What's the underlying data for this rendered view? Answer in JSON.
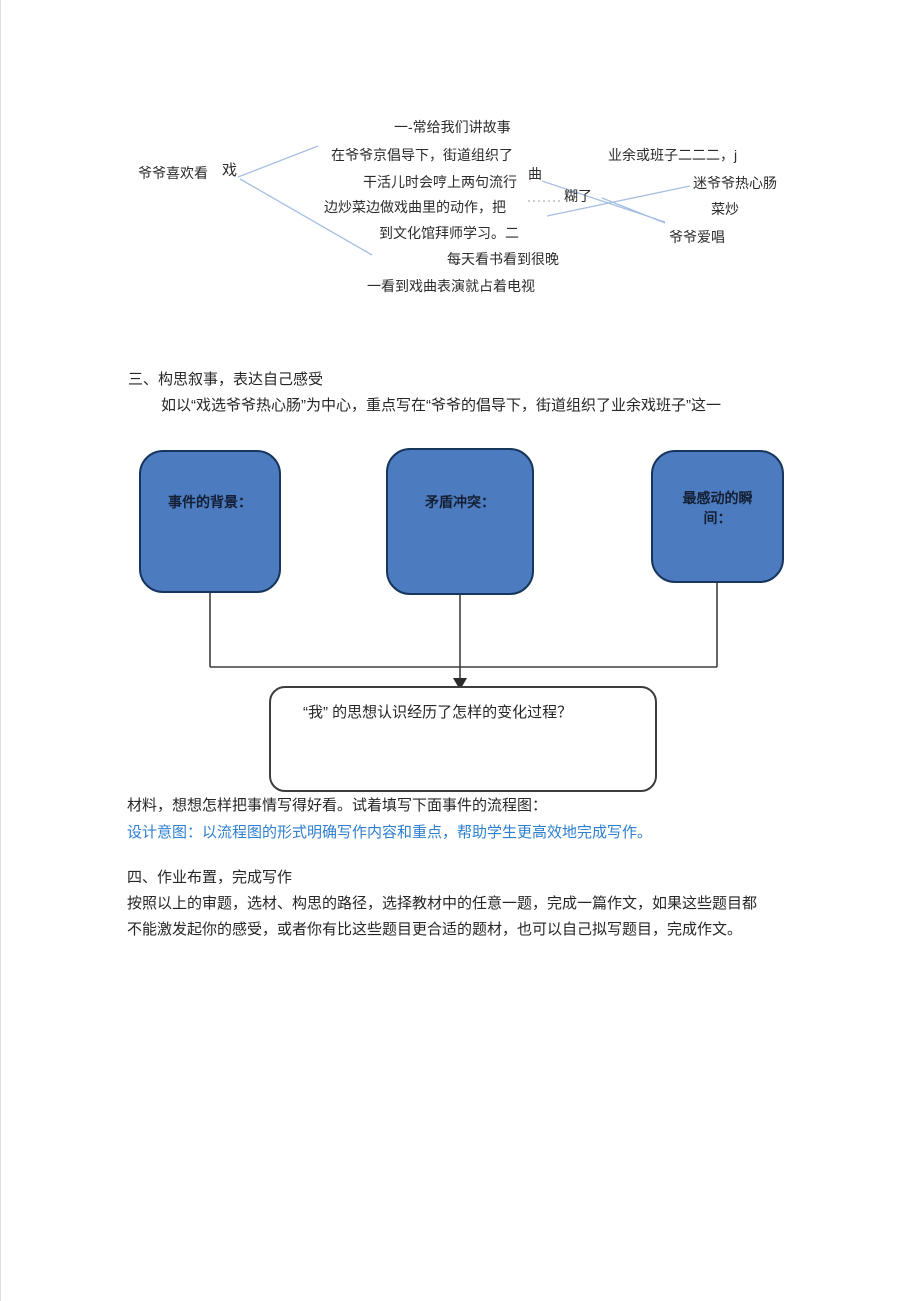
{
  "colors": {
    "box_fill": "#4d7bc0",
    "box_border": "#17365d",
    "mindmap_line": "#a6bfe2",
    "connector": "#3f3f3f",
    "design_note_blue": "#2e7fd0"
  },
  "mindmap": {
    "root": "爷爷喜欢看",
    "root_node": "戏",
    "story": "一-常给我们讲故事",
    "organize": "在爷爷京倡导下，街道组织了",
    "humming": "干活儿时会哼上两句流行",
    "qu": "曲",
    "cooking": "边炒菜边做戏曲里的动作，把",
    "hule": "糊了",
    "culture_hall": "到文化馆拜师学习。二",
    "reading": "每天看书看到很晚",
    "tv": "一看到戏曲表演就占着电视",
    "troupe": "业余或班子二二二，j",
    "warmhearted": "迷爷爷热心肠",
    "caichao": "菜炒",
    "loves_singing": "爷爷爱唱"
  },
  "section_three": {
    "heading": "三、构思叙事，表达自己感受",
    "body": "如以“戏选爷爷热心肠”为中心，重点写在“爷爷的倡导下，街道组织了业余戏班子”这一"
  },
  "flowchart": {
    "boxes": [
      {
        "label": "事件的背景："
      },
      {
        "label": "矛盾冲突："
      },
      {
        "label": "最感动的瞬间："
      }
    ],
    "result_label": "“我” 的思想认识经历了怎样的变化过程？"
  },
  "after_chart": {
    "line1": "材料，想想怎样把事情写得好看。试着填写下面事件的流程图：",
    "design_note": "设计意图：以流程图的形式明确写作内容和重点，帮助学生更高效地完成写作。"
  },
  "section_four": {
    "heading": "四、作业布置，完成写作",
    "line1": "按照以上的审题，选材、构思的路径，选择教材中的任意一题，完成一篇作文，如果这些题目都",
    "line2": "不能激发起你的感受，或者你有比这些题目更合适的题材，也可以自己拟写题目，完成作文。"
  }
}
